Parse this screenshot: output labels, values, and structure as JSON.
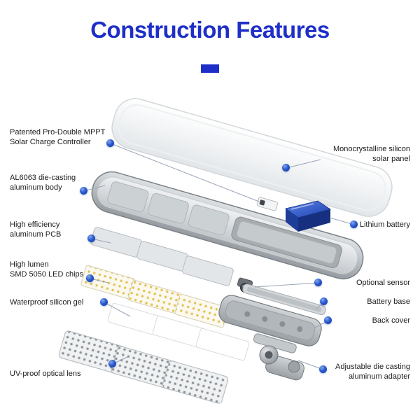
{
  "page": {
    "title": "Construction Features"
  },
  "theme": {
    "accent": "#1e2fc8",
    "dot": "#2a5bd0",
    "line": "#9aa4b8"
  },
  "callouts": {
    "left": [
      {
        "text": "Patented Pro-Double MPPT\nSolar Charge Controller"
      },
      {
        "text": "AL6063 die-casting\naluminum body"
      },
      {
        "text": "High efficiency\naluminum PCB"
      },
      {
        "text": "High lumen\nSMD 5050 LED chips"
      },
      {
        "text": "Waterproof silicon gel"
      },
      {
        "text": "UV-proof optical lens"
      }
    ],
    "right": [
      {
        "text": "Monocrystalline silicon\nsolar panel"
      },
      {
        "text": "Lithium battery"
      },
      {
        "text": "Optional sensor"
      },
      {
        "text": "Battery base"
      },
      {
        "text": "Back cover"
      },
      {
        "text": "Adjustable die casting\naluminum adapter"
      }
    ]
  }
}
